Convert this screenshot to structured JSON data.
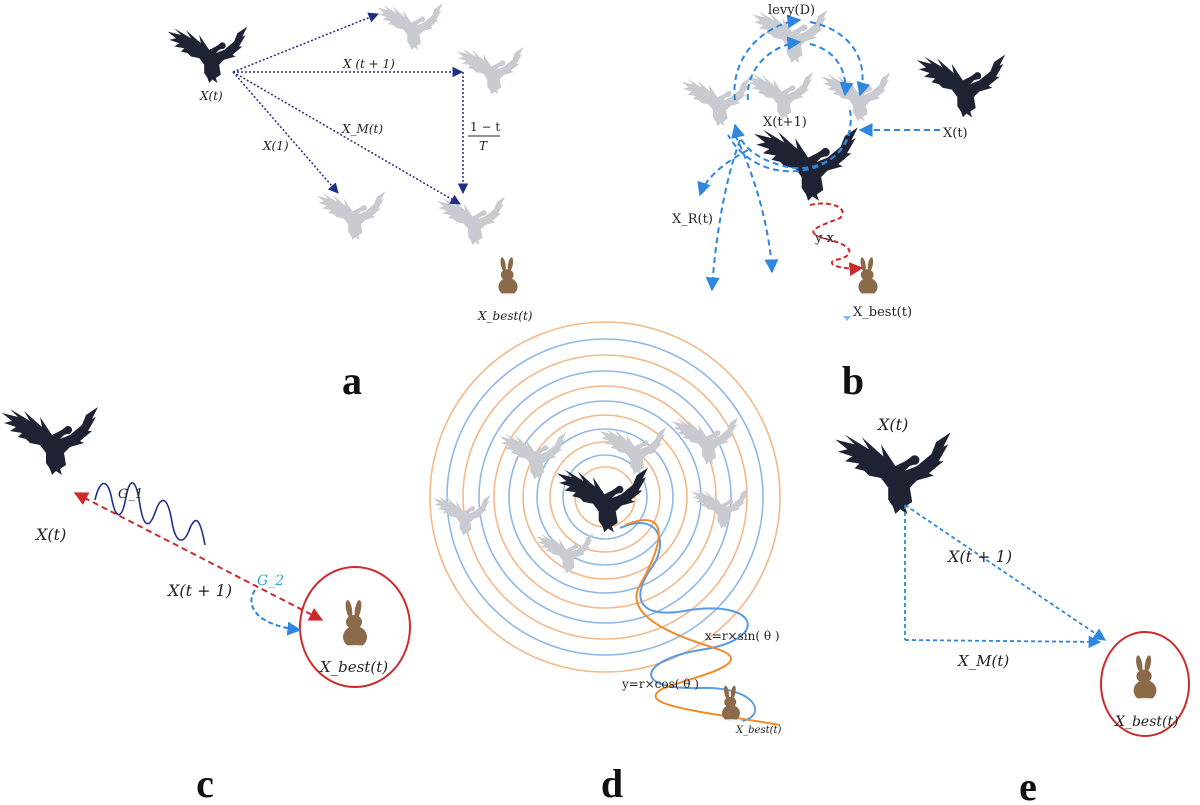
{
  "colors": {
    "dark_blue": "#1f2f86",
    "light_blue": "#2e86de",
    "red": "#cc2b2b",
    "orange": "#f08a2a",
    "eagle_dark": "#1e2233",
    "eagle_ghost": "#c9cbd0",
    "rabbit": "#8b6a4a"
  },
  "panels": [
    {
      "letter": "a",
      "labels": {
        "x_t": "X(t)",
        "x_t1": "X (t + 1)",
        "x_m": "X_M(t)",
        "x_1": "X(1)",
        "fraction_num": "1 − t",
        "fraction_den": "T",
        "x_best": "X_best(t)"
      }
    },
    {
      "letter": "b",
      "labels": {
        "levy": "levy(D)",
        "x_t1": "X(t+1)",
        "x_t": "X(t)",
        "x_r": "X_R(t)",
        "y_x": "y-x",
        "x_best": "X_best(t)"
      }
    },
    {
      "letter": "c",
      "labels": {
        "x_t": "X(t)",
        "g1": "G_1",
        "x_t1": "X(t + 1)",
        "g2": "G_2",
        "x_best": "X_best(t)"
      }
    },
    {
      "letter": "d",
      "labels": {
        "x_eq": "x=r×sin( θ )",
        "y_eq": "y=r×cos( θ )",
        "x_best": "X_best(t)"
      }
    },
    {
      "letter": "e",
      "labels": {
        "x_t": "X(t)",
        "x_t1": "X(t + 1)",
        "x_m": "X_M(t)",
        "x_best": "X_best(t)"
      }
    }
  ]
}
